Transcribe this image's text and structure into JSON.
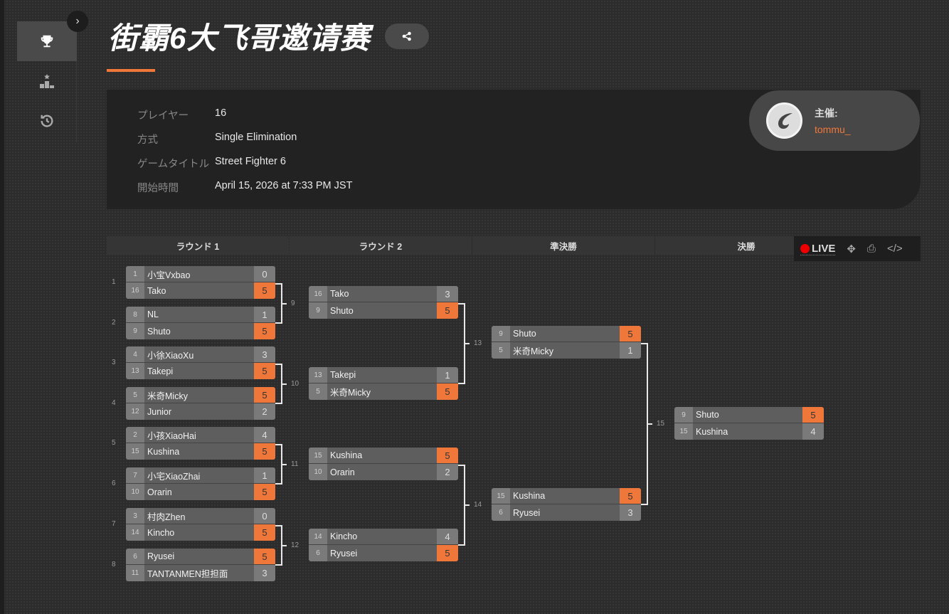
{
  "title": "街霸6大飞哥邀请赛",
  "sidebar": {
    "items": [
      {
        "icon": "trophy-icon"
      },
      {
        "icon": "podium-icon"
      },
      {
        "icon": "history-icon"
      }
    ]
  },
  "info": {
    "rows": [
      {
        "label": "プレイヤー",
        "value": "16"
      },
      {
        "label": "方式",
        "value": "Single Elimination"
      },
      {
        "label": "ゲームタイトル",
        "value": "Street Fighter 6"
      },
      {
        "label": "開始時間",
        "value": "April 15, 2026 at 7:33 PM JST"
      }
    ]
  },
  "host": {
    "label": "主催:",
    "name": "tommu_"
  },
  "rounds": [
    "ラウンド 1",
    "ラウンド 2",
    "準決勝",
    "決勝"
  ],
  "toolbar": {
    "live": "LIVE"
  },
  "colors": {
    "accent": "#f0773a",
    "live": "#e00000"
  },
  "bracket": [
    [
      {
        "num": "1",
        "p": [
          [
            "1",
            "小宝Vxbao",
            "0",
            false
          ],
          [
            "16",
            "Tako",
            "5",
            true
          ]
        ]
      },
      {
        "num": "2",
        "p": [
          [
            "8",
            "NL",
            "1",
            false
          ],
          [
            "9",
            "Shuto",
            "5",
            true
          ]
        ]
      },
      {
        "num": "3",
        "p": [
          [
            "4",
            "小徐XiaoXu",
            "3",
            false
          ],
          [
            "13",
            "Takepi",
            "5",
            true
          ]
        ]
      },
      {
        "num": "4",
        "p": [
          [
            "5",
            "米奇Micky",
            "5",
            true
          ],
          [
            "12",
            "Junior",
            "2",
            false
          ]
        ]
      },
      {
        "num": "5",
        "p": [
          [
            "2",
            "小孩XiaoHai",
            "4",
            false
          ],
          [
            "15",
            "Kushina",
            "5",
            true
          ]
        ]
      },
      {
        "num": "6",
        "p": [
          [
            "7",
            "小宅XiaoZhai",
            "1",
            false
          ],
          [
            "10",
            "Orarin",
            "5",
            true
          ]
        ]
      },
      {
        "num": "7",
        "p": [
          [
            "3",
            "村肉Zhen",
            "0",
            false
          ],
          [
            "14",
            "Kincho",
            "5",
            true
          ]
        ]
      },
      {
        "num": "8",
        "p": [
          [
            "6",
            "Ryusei",
            "5",
            true
          ],
          [
            "11",
            "TANTANMEN担担面",
            "3",
            false
          ]
        ]
      }
    ],
    [
      {
        "num": "9",
        "p": [
          [
            "16",
            "Tako",
            "3",
            false
          ],
          [
            "9",
            "Shuto",
            "5",
            true
          ]
        ]
      },
      {
        "num": "10",
        "p": [
          [
            "13",
            "Takepi",
            "1",
            false
          ],
          [
            "5",
            "米奇Micky",
            "5",
            true
          ]
        ]
      },
      {
        "num": "11",
        "p": [
          [
            "15",
            "Kushina",
            "5",
            true
          ],
          [
            "10",
            "Orarin",
            "2",
            false
          ]
        ]
      },
      {
        "num": "12",
        "p": [
          [
            "14",
            "Kincho",
            "4",
            false
          ],
          [
            "6",
            "Ryusei",
            "5",
            true
          ]
        ]
      }
    ],
    [
      {
        "num": "13",
        "p": [
          [
            "9",
            "Shuto",
            "5",
            true
          ],
          [
            "5",
            "米奇Micky",
            "1",
            false
          ]
        ]
      },
      {
        "num": "14",
        "p": [
          [
            "15",
            "Kushina",
            "5",
            true
          ],
          [
            "6",
            "Ryusei",
            "3",
            false
          ]
        ]
      }
    ],
    [
      {
        "num": "15",
        "p": [
          [
            "9",
            "Shuto",
            "5",
            true
          ],
          [
            "15",
            "Kushina",
            "4",
            false
          ]
        ]
      }
    ]
  ]
}
